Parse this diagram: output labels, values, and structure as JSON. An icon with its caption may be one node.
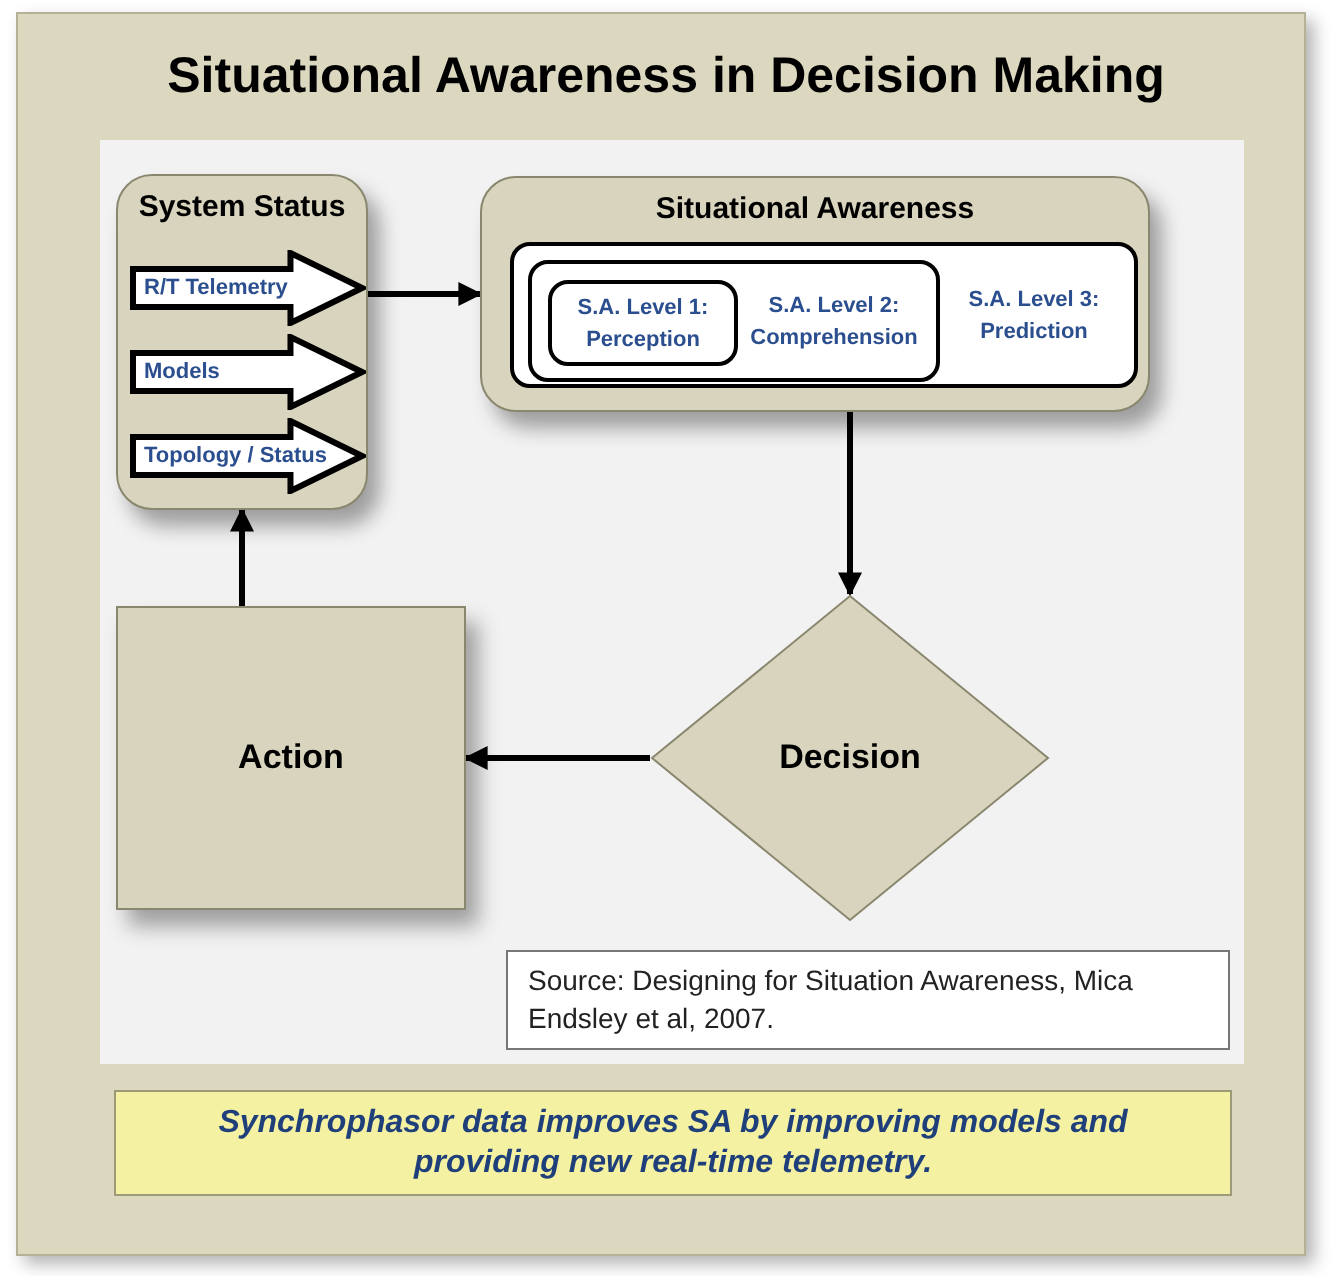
{
  "diagram": {
    "title": "Situational Awareness in Decision Making",
    "nodes": [
      {
        "text": [
          "System Status"
        ]
      },
      {
        "text": [
          "R/T Telemetry"
        ],
        "in": 0
      },
      {
        "text": [
          "Models"
        ],
        "in": 0
      },
      {
        "text": [
          "Topology / Status"
        ],
        "in": 0
      },
      {
        "text": [
          "Situational Awareness"
        ]
      },
      {
        "text": [
          "S.A. Level 3: Prediction"
        ],
        "in": 4
      },
      {
        "text": [
          "S.A. Level 2: Comprehension"
        ],
        "in": 5
      },
      {
        "text": [
          "S.A. Level 1: Perception"
        ],
        "in": 6
      },
      {
        "text": [
          "Decision"
        ]
      },
      {
        "text": [
          "Action"
        ]
      },
      {
        "text": [
          "Source: Designing for Situation Awareness, Mica Endsley et al, 2007."
        ]
      },
      {
        "text": [
          "Synchrophasor data improves SA by improving models and providing new real-time telemetry."
        ]
      }
    ],
    "edges": [
      {
        "from": 0,
        "to": 4,
        "arrow": "to"
      },
      {
        "from": 4,
        "to": 8,
        "arrow": "to"
      },
      {
        "from": 8,
        "to": 9,
        "arrow": "to"
      },
      {
        "from": 9,
        "to": 0,
        "arrow": "to"
      }
    ]
  }
}
